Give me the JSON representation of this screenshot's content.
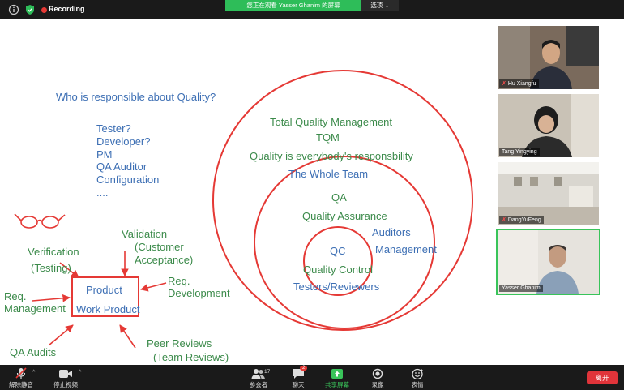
{
  "topbar": {
    "recording_label": "Recording",
    "share_banner": "您正在观看 Yasser Ghanim 的屏幕",
    "share_options": "选项 ⌄"
  },
  "whiteboard": {
    "question": "Who is responsible about Quality?",
    "roles": [
      "Tester?",
      "Developer?",
      "PM",
      "QA Auditor",
      "Configuration",
      "...."
    ],
    "outer_circle": {
      "line1": "Total Quality Management",
      "line2": "TQM",
      "line3": "Quality is everybody's responsbility",
      "line4": "The Whole Team"
    },
    "middle_circle": {
      "abbr": "QA",
      "name": "Quality Assurance",
      "auditors": "Auditors",
      "management": "Management"
    },
    "inner_circle": {
      "abbr": "QC",
      "name": "Quality Control",
      "people": "Testers/Reviewers"
    },
    "diagram": {
      "product": "Product",
      "work_product": "Work Product",
      "verification": "Verification",
      "testing": "(Testing)",
      "validation": "Validation",
      "customer": "(Customer",
      "acceptance": "Acceptance)",
      "req": "Req.",
      "development": "Development",
      "req2": "Req.",
      "management": "Management",
      "peer_reviews": "Peer Reviews",
      "team_reviews": "(Team Reviews)",
      "qa_audits": "QA Audits"
    }
  },
  "participants": [
    {
      "name": "Hu Xiangfu",
      "muted": true
    },
    {
      "name": "Tang Yingying",
      "muted": false
    },
    {
      "name": "DangYuFeng",
      "muted": true
    },
    {
      "name": "Yasser Ghanim",
      "muted": false
    }
  ],
  "toolbar": {
    "unmute": "解除静音",
    "stop_video": "停止视频",
    "participants": "参会者",
    "participants_count": "17",
    "chat": "聊天",
    "chat_badge": "2",
    "share_screen": "共享屏幕",
    "record": "录像",
    "reactions": "表情",
    "end": "离开"
  },
  "colors": {
    "ink_red": "#e53935",
    "ink_blue": "#3d6fb4",
    "ink_green": "#3b8a4a",
    "share_green": "#2ebd59",
    "end_red": "#e0343a"
  }
}
